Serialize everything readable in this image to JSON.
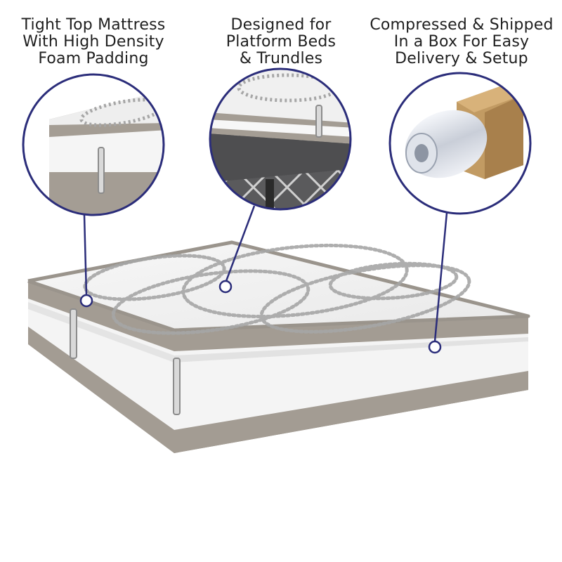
{
  "colors": {
    "callout_line": "#2b2d7a",
    "text": "#1f1f1f",
    "fabric_top": "#f3f3f3",
    "pattern_gray": "#a9a9a9",
    "border_taupe": "#9b948b",
    "border_white": "#f6f6f6",
    "box_cardboard": "#c29b63"
  },
  "callouts": [
    {
      "id": "foam-padding",
      "lines": [
        "Tight Top Mattress",
        "With High Density",
        "Foam Padding"
      ]
    },
    {
      "id": "platform-beds",
      "lines": [
        "Designed for",
        "Platform Beds",
        "& Trundles"
      ]
    },
    {
      "id": "box-shipping",
      "lines": [
        "Compressed & Shipped",
        "In a Box For Easy",
        "Delivery & Setup"
      ]
    }
  ]
}
